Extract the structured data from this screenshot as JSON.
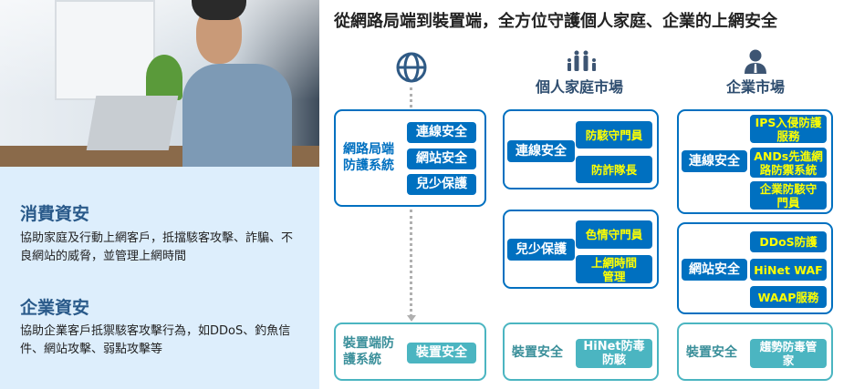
{
  "title": "從網路局端到裝置端，全方位守護個人家庭、企業的上網安全",
  "left": {
    "consumer_heading": "消費資安",
    "consumer_text": "協助家庭及行動上網客戶，抵擋駭客攻擊、詐騙、不良網站的威脅，並管理上網時間",
    "enterprise_heading": "企業資安",
    "enterprise_text": "協助企業客戶抵禦駭客攻擊行為，如DDoS、釣魚信件、網站攻擊、弱點攻擊等"
  },
  "columns": {
    "personal": "個人家庭市場",
    "enterprise": "企業市場"
  },
  "network": {
    "label": "網路局端防護系統",
    "items": [
      "連線安全",
      "網站安全",
      "兒少保護"
    ]
  },
  "personal": {
    "connection": {
      "label": "連線安全",
      "items": [
        "防駭守門員",
        "防詐隊長"
      ]
    },
    "child": {
      "label": "兒少保護",
      "items": [
        "色情守門員",
        "上網時間管理"
      ]
    },
    "device": {
      "label": "裝置安全",
      "item": "HiNet防毒防駭"
    }
  },
  "enterprise": {
    "connection": {
      "label": "連線安全",
      "items": [
        "IPS入侵防護服務",
        "ANDs先進網路防禦系統",
        "企業防駭守門員"
      ]
    },
    "web": {
      "label": "網站安全",
      "items": [
        "DDoS防護",
        "HiNet WAF",
        "WAAP服務"
      ]
    },
    "device": {
      "label": "裝置安全",
      "item": "趨勢防毒管家"
    }
  },
  "device": {
    "label": "裝置端防護系統",
    "item": "裝置安全"
  },
  "colors": {
    "blue": "#0070c0",
    "teal": "#4bb5c1",
    "yellow": "#ffff00"
  }
}
